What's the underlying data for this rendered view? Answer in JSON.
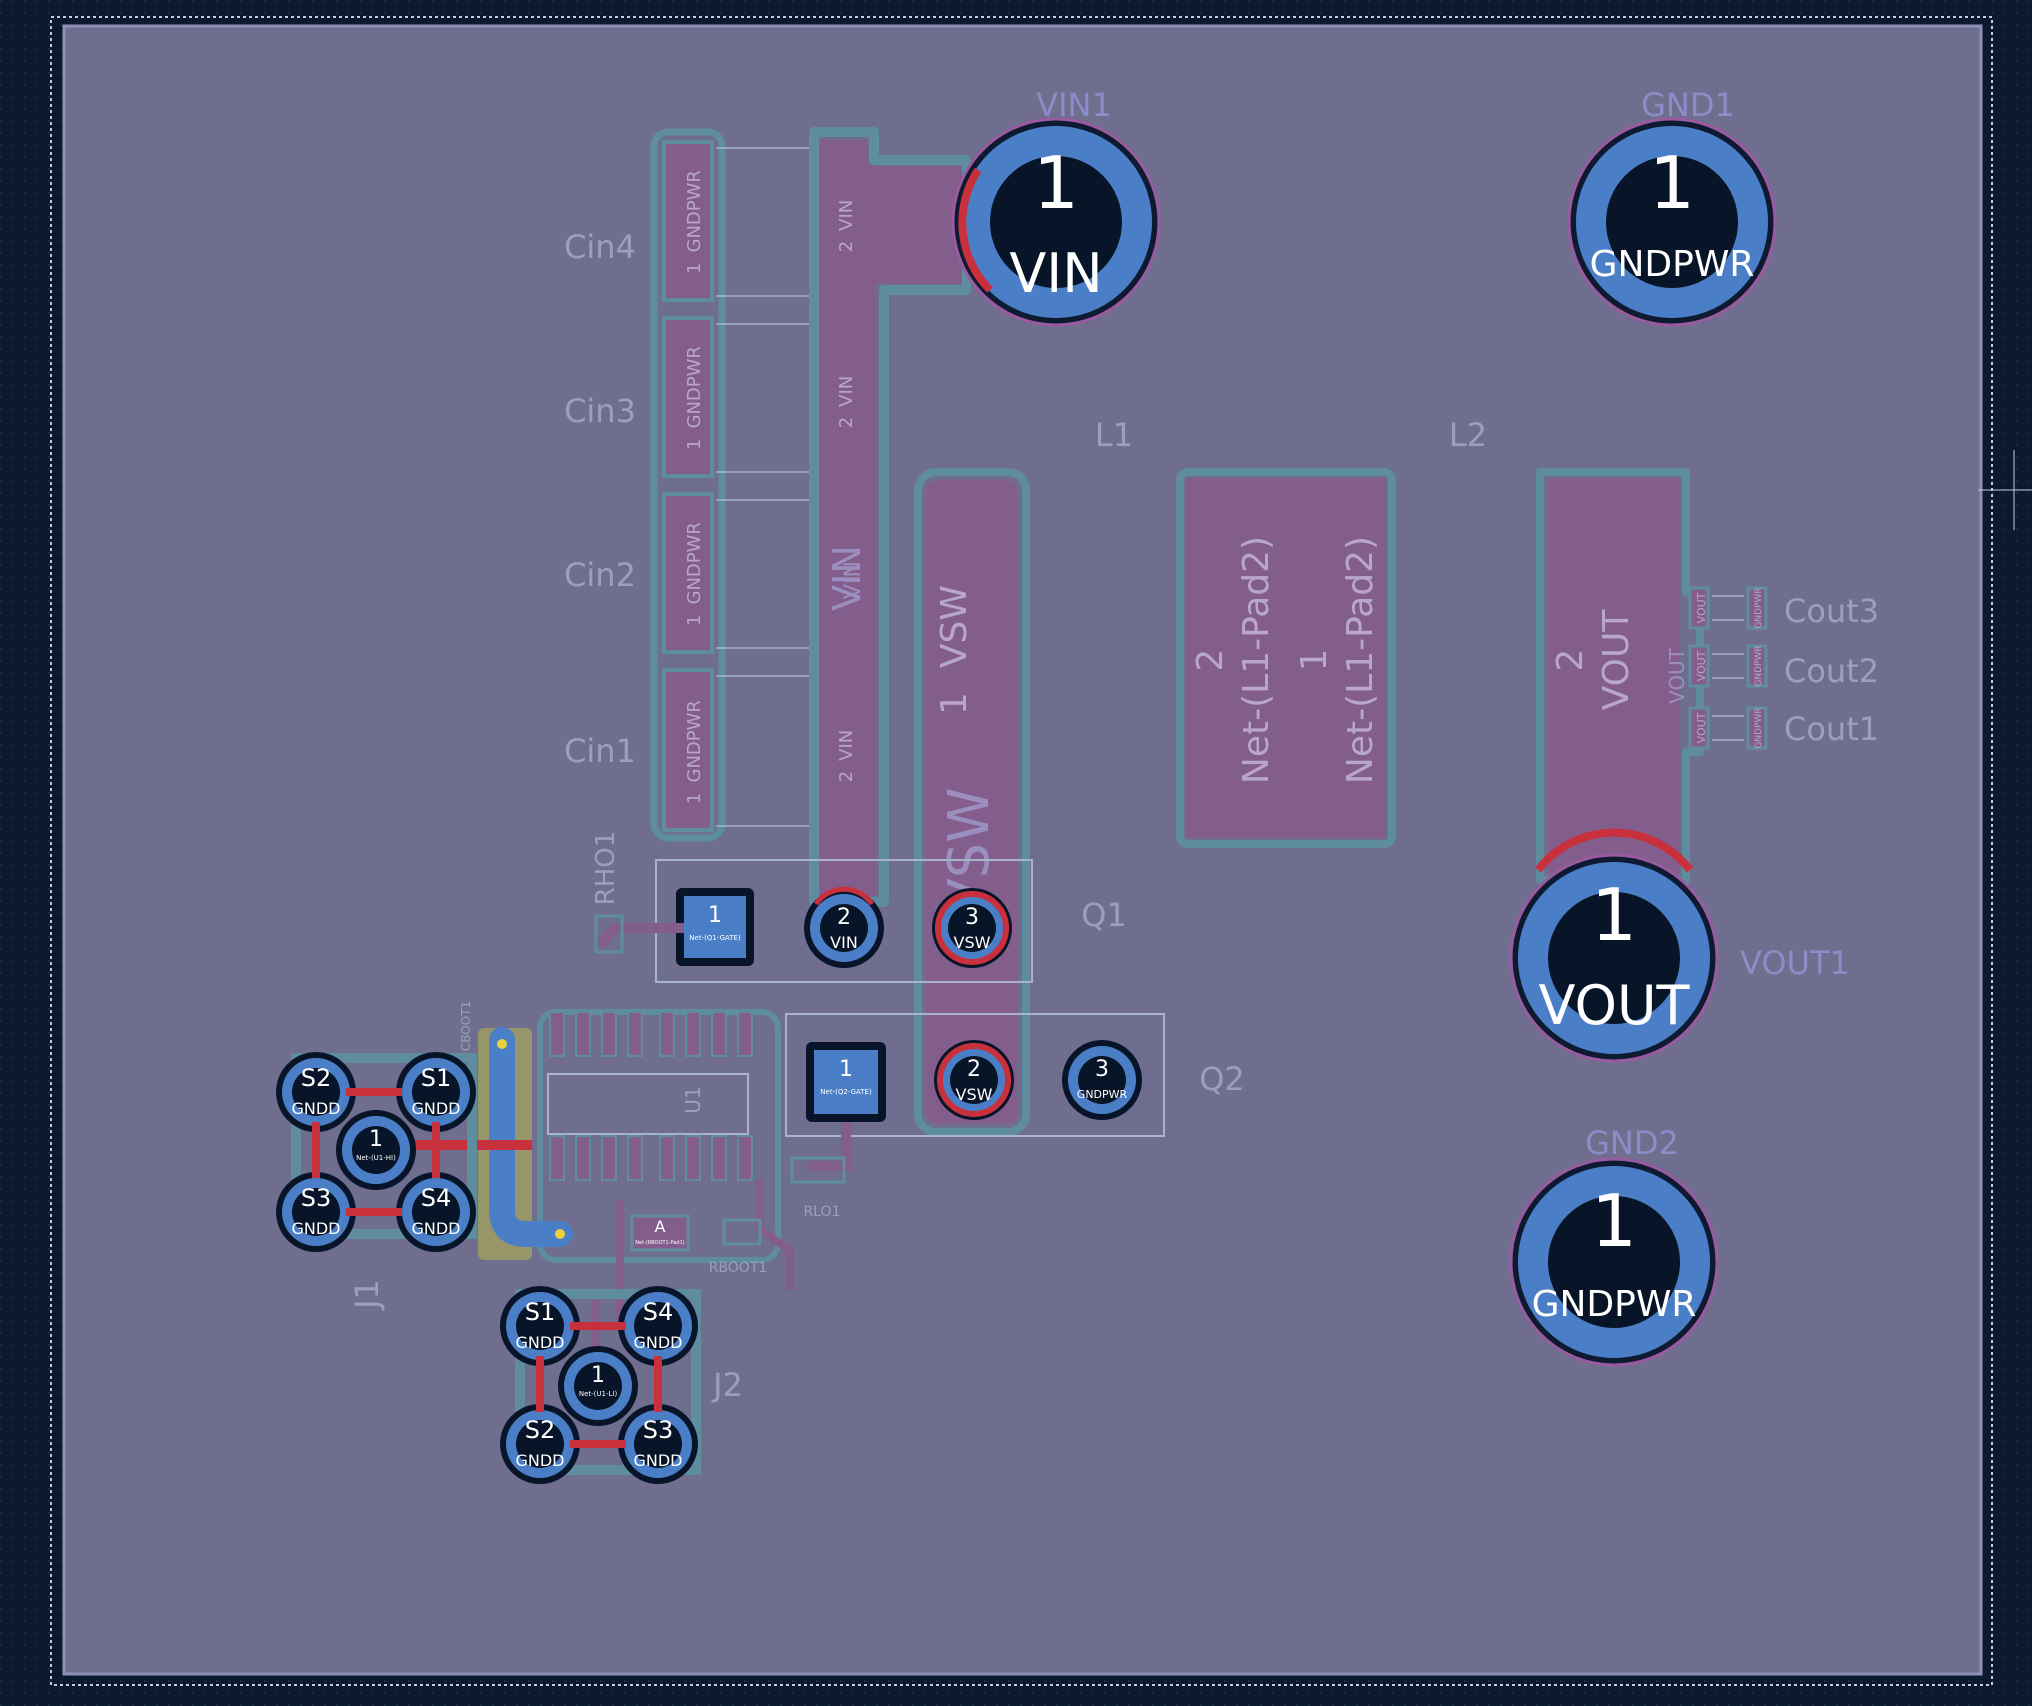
{
  "colors": {
    "background": "#0b1a2e",
    "board_fill": "#6f6e8f",
    "board_edge": "#c9c9d8",
    "copper_fill": "#835e8c",
    "copper_outline": "#5e8da0",
    "pad_blue": "#4a7fc8",
    "pad_red": "#c8303c",
    "text_faint": "#9aa0bb",
    "text_pad": "#ffffff",
    "hole": "#081428",
    "yellow": "#c8c864"
  },
  "ref_labels": {
    "vin1": "VIN1",
    "gnd1": "GND1",
    "gnd2": "GND2",
    "vout1": "VOUT1",
    "cin4": "Cin4",
    "cin3": "Cin3",
    "cin2": "Cin2",
    "cin1": "Cin1",
    "l1": "L1",
    "l2": "L2",
    "q1": "Q1",
    "q2": "Q2",
    "j1": "J1",
    "j2": "J2",
    "rho1": "RHO1",
    "rlo1": "RLO1",
    "rboot1": "RBOOT1",
    "cboot1": "CBOOT1",
    "cout3": "Cout3",
    "cout2": "Cout2",
    "cout1": "Cout1"
  },
  "terminals": {
    "vin1": {
      "num": "1",
      "net": "VIN"
    },
    "gnd1": {
      "num": "1",
      "net": "GNDPWR"
    },
    "vout1": {
      "num": "1",
      "net": "VOUT"
    },
    "gnd2": {
      "num": "1",
      "net": "GNDPWR"
    }
  },
  "pads": {
    "cap_pin1": "1",
    "cap_pin2": "2",
    "cap_gnd": "GNDPWR",
    "cap_vin": "VIN",
    "vin_trace": "VIN",
    "vin_trace2": "VIN",
    "vsw_pin": "1",
    "vsw_net": "VSW",
    "vsw_big": "VSW",
    "l2_pin2": "2",
    "l2_pin1": "1",
    "l2_net": "Net-(L1-Pad2)",
    "vout_pin": "2",
    "vout_net": "VOUT",
    "cout_vout": "VOUT",
    "cout_gnd": "GNDPWR",
    "q1_p1": "1",
    "q1_p1_net": "Net-(Q1-GATE)",
    "q1_p2": "2",
    "q1_p2_net": "VIN",
    "q1_p3": "3",
    "q1_p3_net": "VSW",
    "q2_p1": "1",
    "q2_p1_net": "Net-(Q2-GATE)",
    "q2_p2": "2",
    "q2_p2_net": "VSW",
    "q2_p3": "3",
    "q2_p3_net": "GNDPWR",
    "j_s1": "S1",
    "j_s2": "S2",
    "j_s3": "S3",
    "j_s4": "S4",
    "j_gnd": "GNDD",
    "j_center": "1",
    "j1_center_net": "Net-(U1-HI)",
    "j2_center_net": "Net-(U1-LI)",
    "u1_a": "A",
    "u1_a_net": "Net-(RBOOT1-Pad1)",
    "u1": "U1"
  }
}
